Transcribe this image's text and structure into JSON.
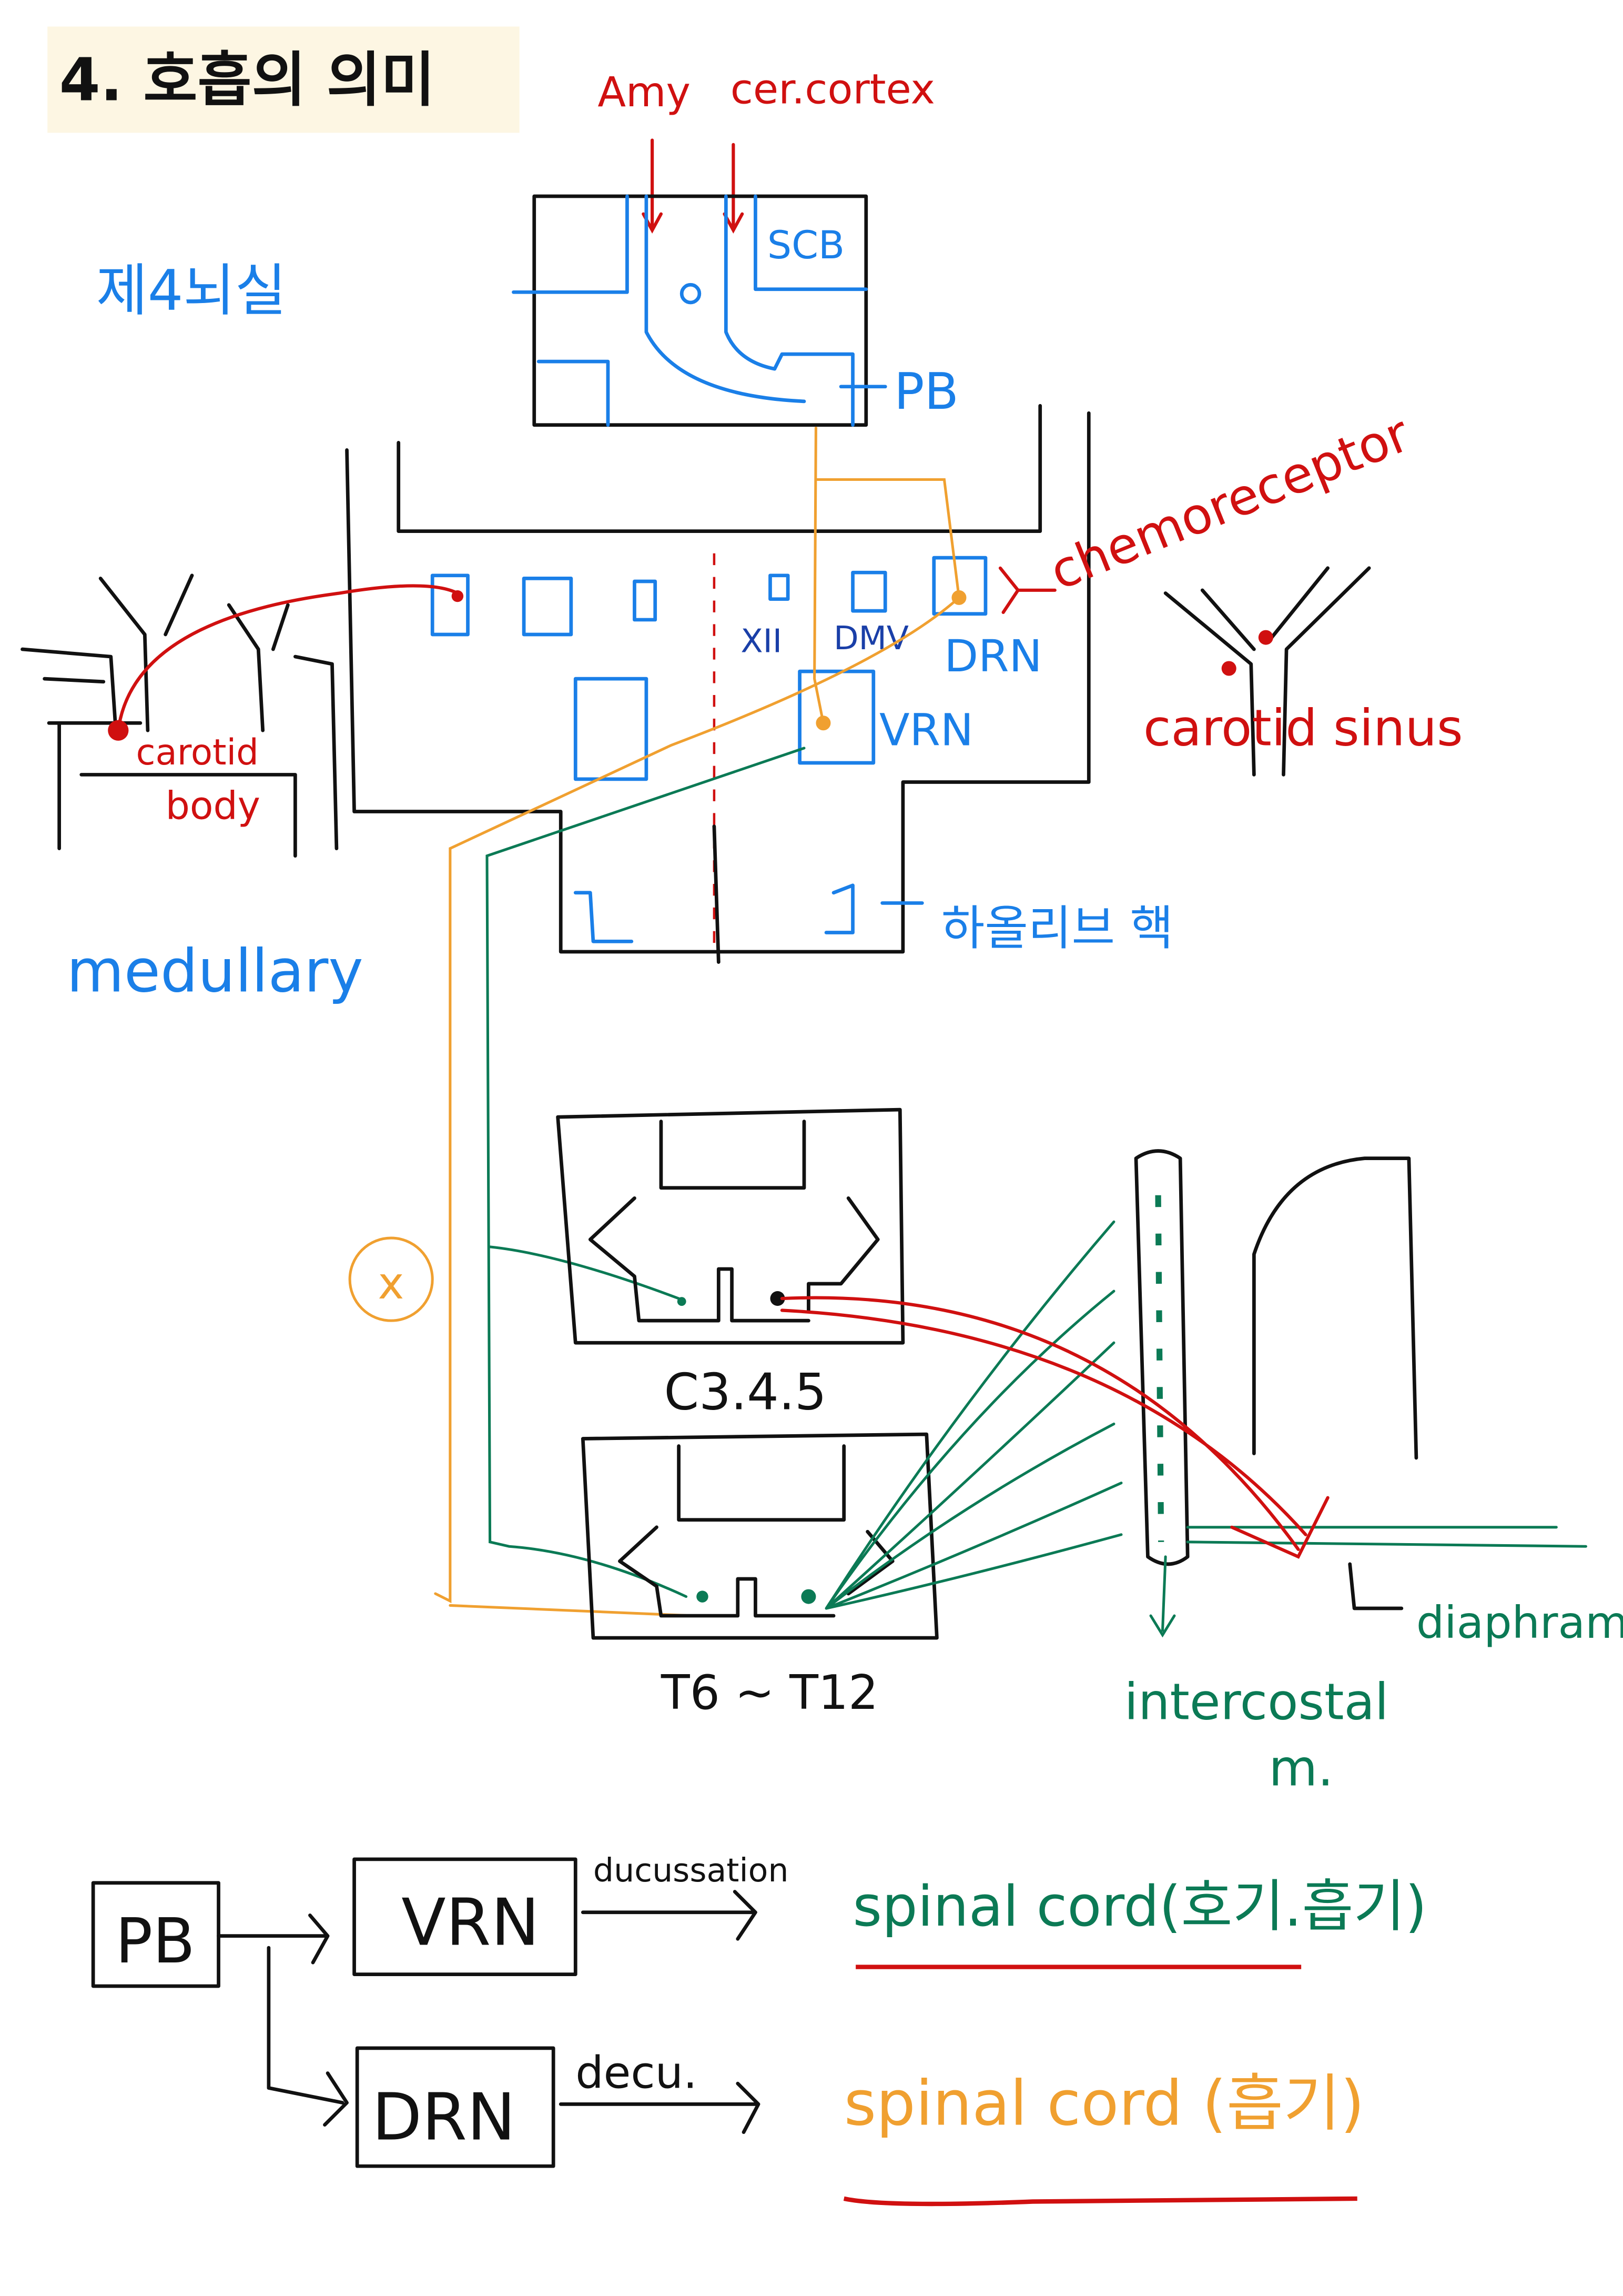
{
  "title": "4.  호흡의 의미",
  "colors": {
    "black": "#111111",
    "blue": "#1a7fe8",
    "red": "#d01010",
    "orange": "#f0a030",
    "green": "#0b7a55",
    "title_bg": "#fdf6e3"
  },
  "labels": {
    "amy": "Amy",
    "cortex": "cer.cortex",
    "fourth_ventricle": "제4뇌실",
    "scb": "SCB",
    "pb": "PB",
    "chemoreceptor": "chemoreceptor",
    "xii": "XII",
    "dmv": "DMV",
    "drn": "DRN",
    "vrn": "VRN",
    "carotid_body_1": "carotid",
    "carotid_body_2": "body",
    "carotid_sinus": "carotid sinus",
    "medullary": "medullary",
    "olive": "하올리브 핵",
    "x_mark": "x",
    "c345": "C3.4.5",
    "t6t12": "T6 ~ T12",
    "diaphragm": "diaphram",
    "intercostal_1": "intercostal",
    "intercostal_2": "m."
  },
  "flow": {
    "pb": "PB",
    "vrn": "VRN",
    "drn": "DRN",
    "decussation": "ducussation",
    "decu": "decu.",
    "vrn_target": "spinal cord(호기.흡기)",
    "drn_target": "spinal cord (흡기)"
  }
}
